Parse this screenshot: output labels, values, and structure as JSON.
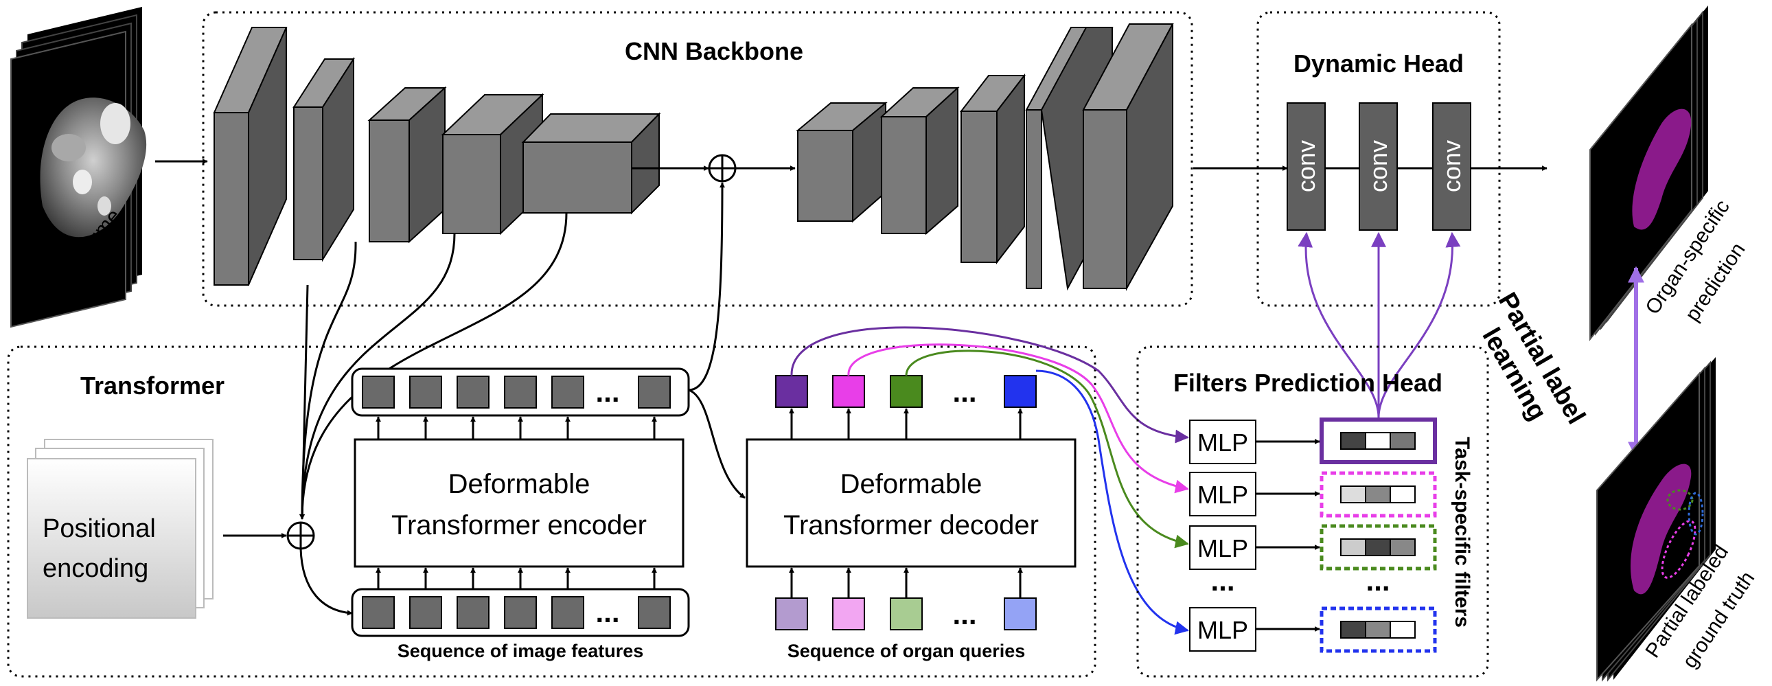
{
  "labels": {
    "input_volume": "3D volume",
    "cnn_backbone": "CNN Backbone",
    "dynamic_head": "Dynamic Head",
    "conv": "conv",
    "transformer": "Transformer",
    "positional_1": "Positional",
    "positional_2": "encoding",
    "encoder_1": "Deformable",
    "encoder_2": "Transformer encoder",
    "decoder_1": "Deformable",
    "decoder_2": "Transformer decoder",
    "dots": "...",
    "image_features_caption": "Sequence of image features",
    "organ_queries_caption": "Sequence of organ queries",
    "filters_prediction_head": "Filters Prediction Head",
    "mlp": "MLP",
    "task_specific_filters": "Task-specific filters",
    "partial_label_1": "Partial label",
    "partial_label_2": "learning",
    "organ_pred_1": "Organ-specific",
    "organ_pred_2": "prediction",
    "partial_gt_1": "Partial labeled",
    "partial_gt_2": "ground truth"
  },
  "colors": {
    "purple": "#6a2fa0",
    "magenta": "#e83ee8",
    "green": "#4a8a1e",
    "blue": "#2233ee",
    "purple_light": "#b39bcf",
    "magenta_light": "#f2a6f2",
    "green_light": "#a8cc92",
    "blue_light": "#94a3f5",
    "gray_block": "#5a5a5a",
    "arrow_purple": "#7a3fc0",
    "double_arrow": "#a070e6"
  }
}
